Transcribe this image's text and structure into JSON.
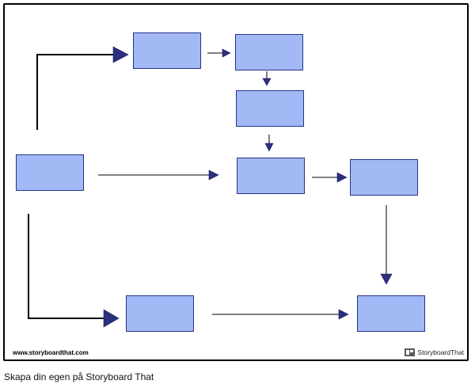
{
  "footer": {
    "website": "www.storyboardthat.com",
    "brand": "StoryboardThat"
  },
  "caption": "Skapa din egen på Storyboard That",
  "colors": {
    "box_fill": "#a3b9f5",
    "box_stroke": "#25348a",
    "arrow_head": "#2a2f7e",
    "line": "#000000"
  },
  "diagram": {
    "boxes": [
      {
        "id": "start"
      },
      {
        "id": "top-1"
      },
      {
        "id": "top-2"
      },
      {
        "id": "top-3"
      },
      {
        "id": "middle-1"
      },
      {
        "id": "middle-2"
      },
      {
        "id": "bottom-1"
      },
      {
        "id": "bottom-2"
      }
    ],
    "connections": [
      {
        "from": "start",
        "to": "top-1"
      },
      {
        "from": "top-1",
        "to": "top-2"
      },
      {
        "from": "top-2",
        "to": "top-3"
      },
      {
        "from": "top-3",
        "to": "middle-1"
      },
      {
        "from": "start",
        "to": "middle-1"
      },
      {
        "from": "middle-1",
        "to": "middle-2"
      },
      {
        "from": "middle-2",
        "to": "bottom-2"
      },
      {
        "from": "start",
        "to": "bottom-1"
      },
      {
        "from": "bottom-1",
        "to": "bottom-2"
      }
    ]
  }
}
